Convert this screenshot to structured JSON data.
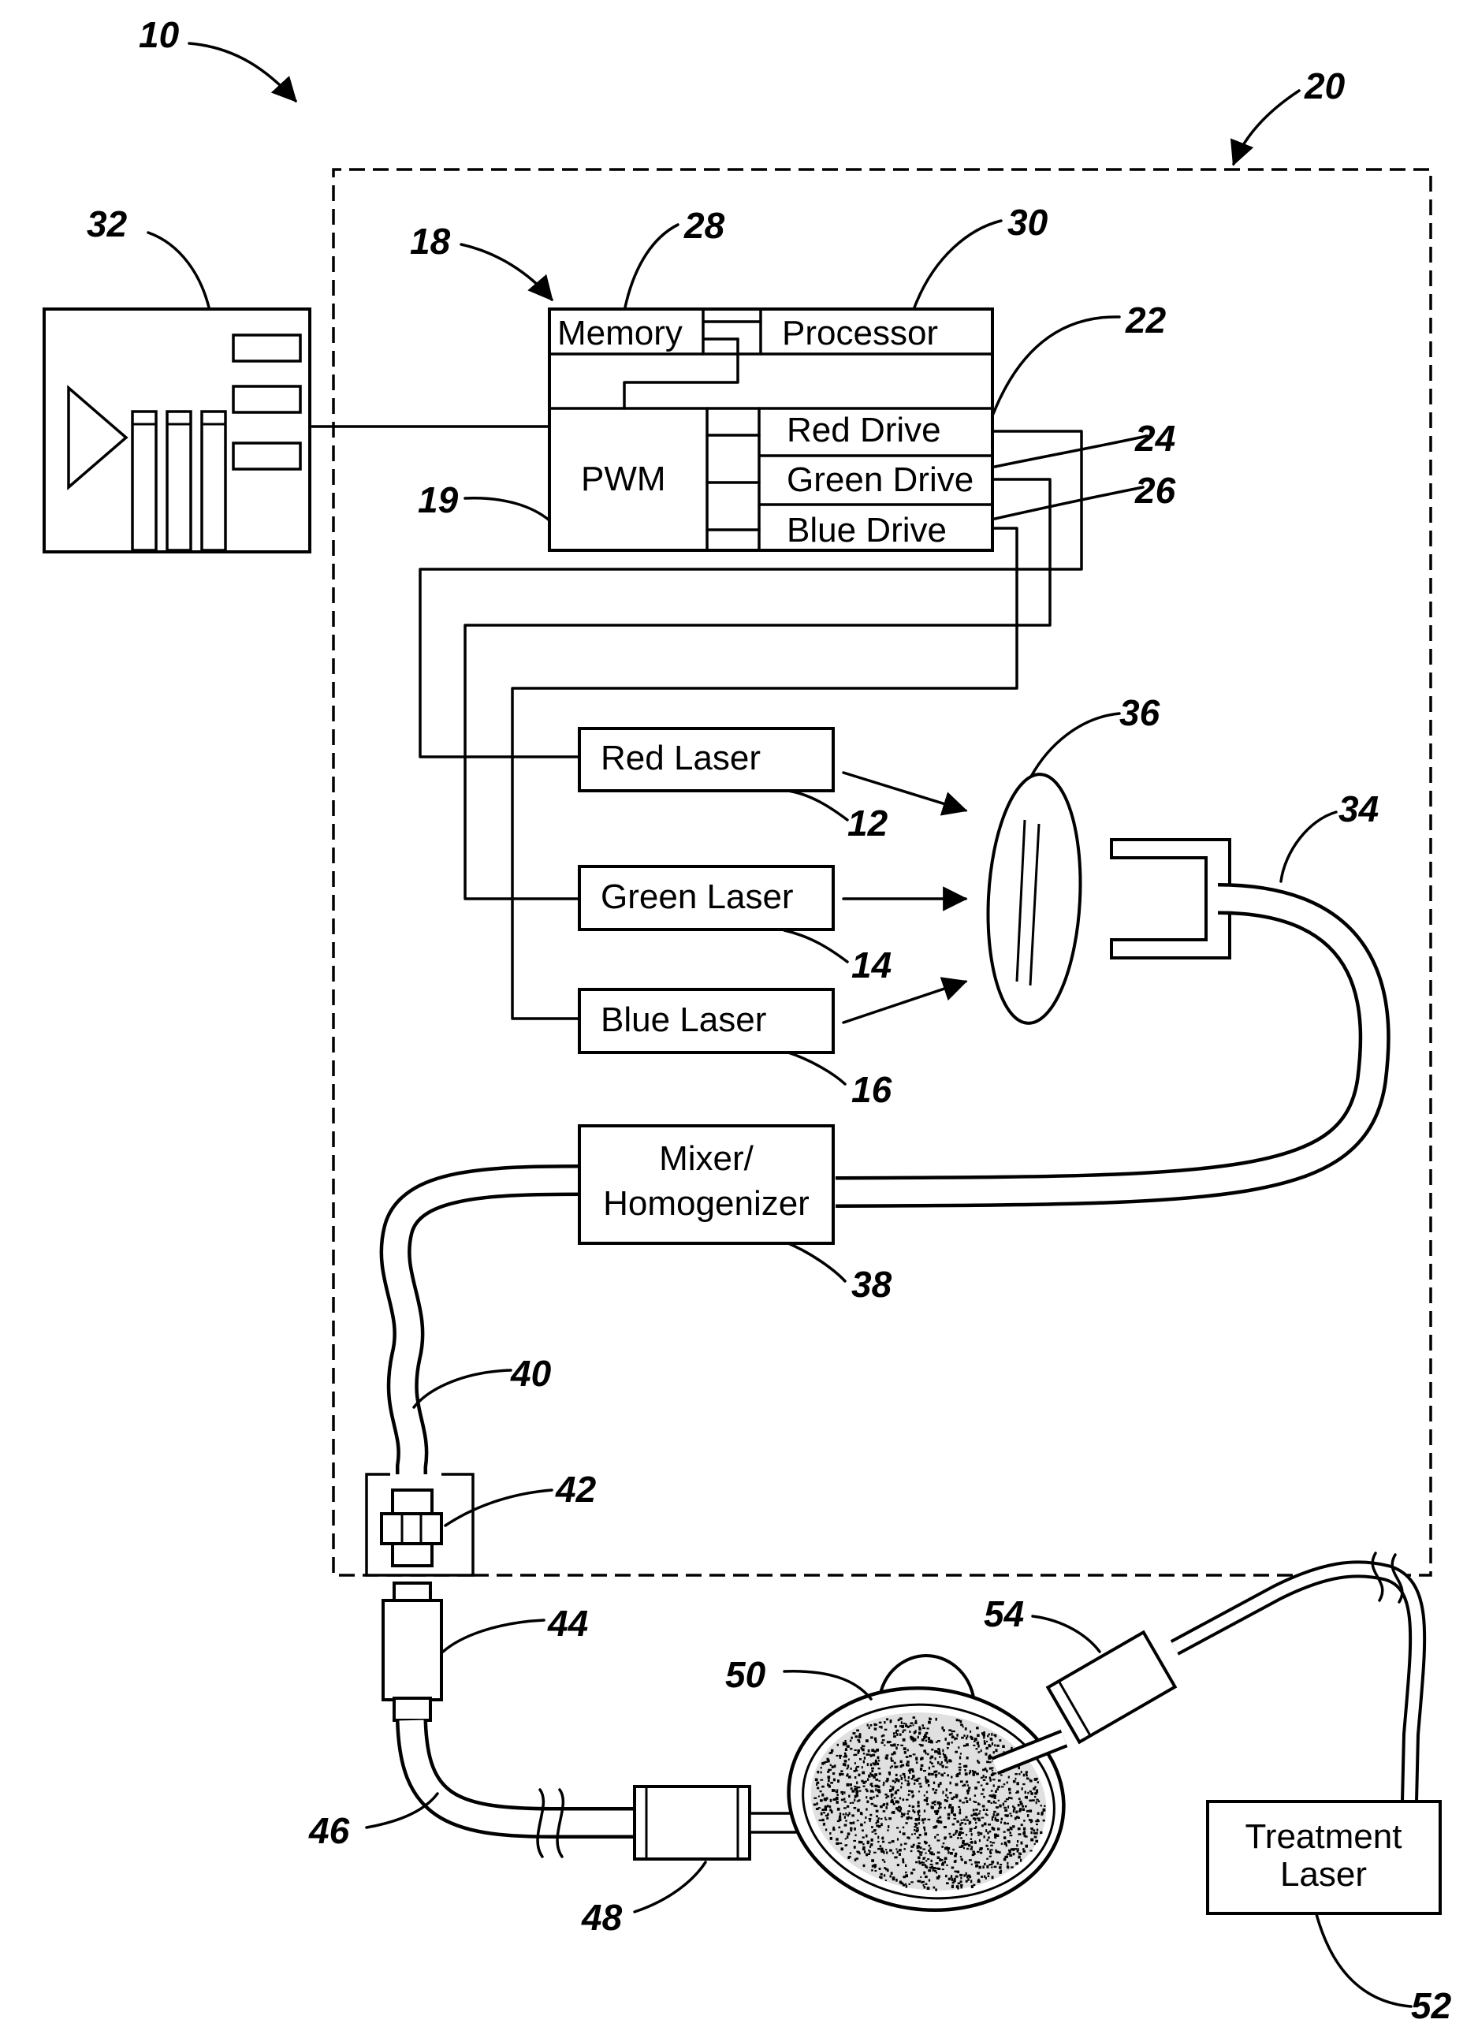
{
  "labels": {
    "memory": "Memory",
    "processor": "Processor",
    "pwm": "PWM",
    "red_drive": "Red Drive",
    "green_drive": "Green Drive",
    "blue_drive": "Blue Drive",
    "red_laser": "Red Laser",
    "green_laser": "Green Laser",
    "blue_laser": "Blue Laser",
    "mixer_line1": "Mixer/",
    "mixer_line2": "Homogenizer",
    "treatment_line1": "Treatment",
    "treatment_line2": "Laser"
  },
  "refs": {
    "r10": "10",
    "r12": "12",
    "r14": "14",
    "r16": "16",
    "r18": "18",
    "r19": "19",
    "r20": "20",
    "r22": "22",
    "r24": "24",
    "r26": "26",
    "r28": "28",
    "r30": "30",
    "r32": "32",
    "r34": "34",
    "r36": "36",
    "r38": "38",
    "r40": "40",
    "r42": "42",
    "r44": "44",
    "r46": "46",
    "r48": "48",
    "r50": "50",
    "r52": "52",
    "r54": "54"
  }
}
